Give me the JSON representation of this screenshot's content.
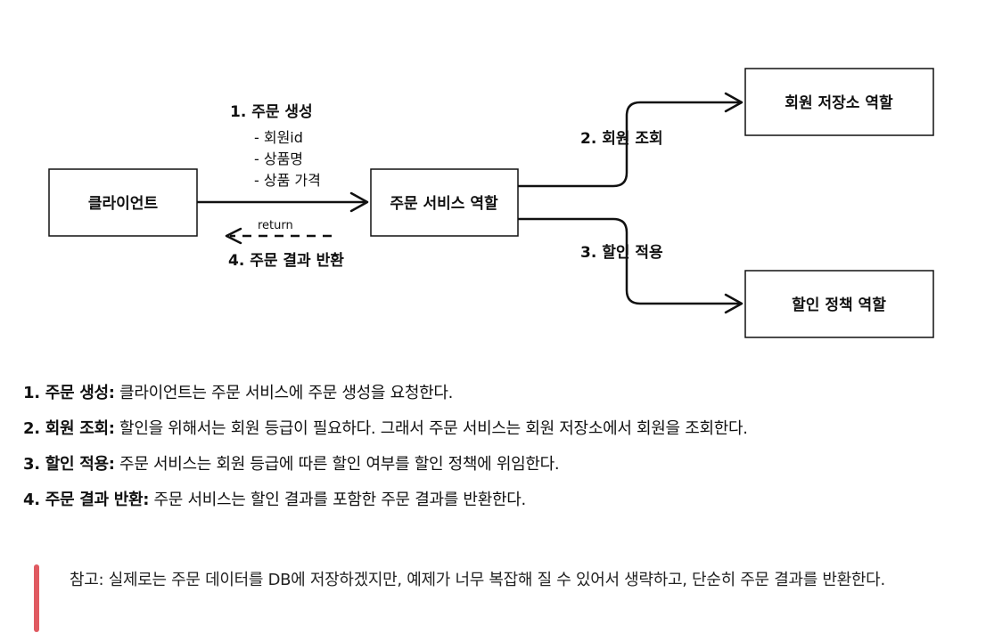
{
  "diagram": {
    "nodes": {
      "client": "클라이언트",
      "order_service": "주문 서비스 역할",
      "member_repo": "회원 저장소 역할",
      "discount_policy": "할인 정책 역할"
    },
    "edges": {
      "create_order": {
        "title": "1. 주문 생성",
        "params": [
          "- 회원id",
          "- 상품명",
          "- 상품 가격"
        ]
      },
      "return_label": "return",
      "return_result": "4. 주문 결과 반환",
      "member_lookup": "2. 회원 조회",
      "apply_discount": "3. 할인 적용"
    }
  },
  "steps": [
    {
      "head": "1. 주문 생성:",
      "body": " 클라이언트는 주문 서비스에 주문 생성을 요청한다."
    },
    {
      "head": "2. 회원 조회:",
      "body": " 할인을 위해서는 회원 등급이 필요하다. 그래서 주문 서비스는 회원 저장소에서 회원을 조회한다."
    },
    {
      "head": "3. 할인 적용:",
      "body": " 주문 서비스는 회원 등급에 따른 할인 여부를 할인 정책에 위임한다."
    },
    {
      "head": "4. 주문 결과 반환:",
      "body": " 주문 서비스는 할인 결과를 포함한 주문 결과를 반환한다."
    }
  ],
  "note": {
    "text": "참고: 실제로는 주문 데이터를 DB에 저장하겠지만, 예제가 너무 복잡해 질 수 있어서 생략하고, 단순히 주문 결과를 반환한다.",
    "accent_color": "#e05a61"
  }
}
